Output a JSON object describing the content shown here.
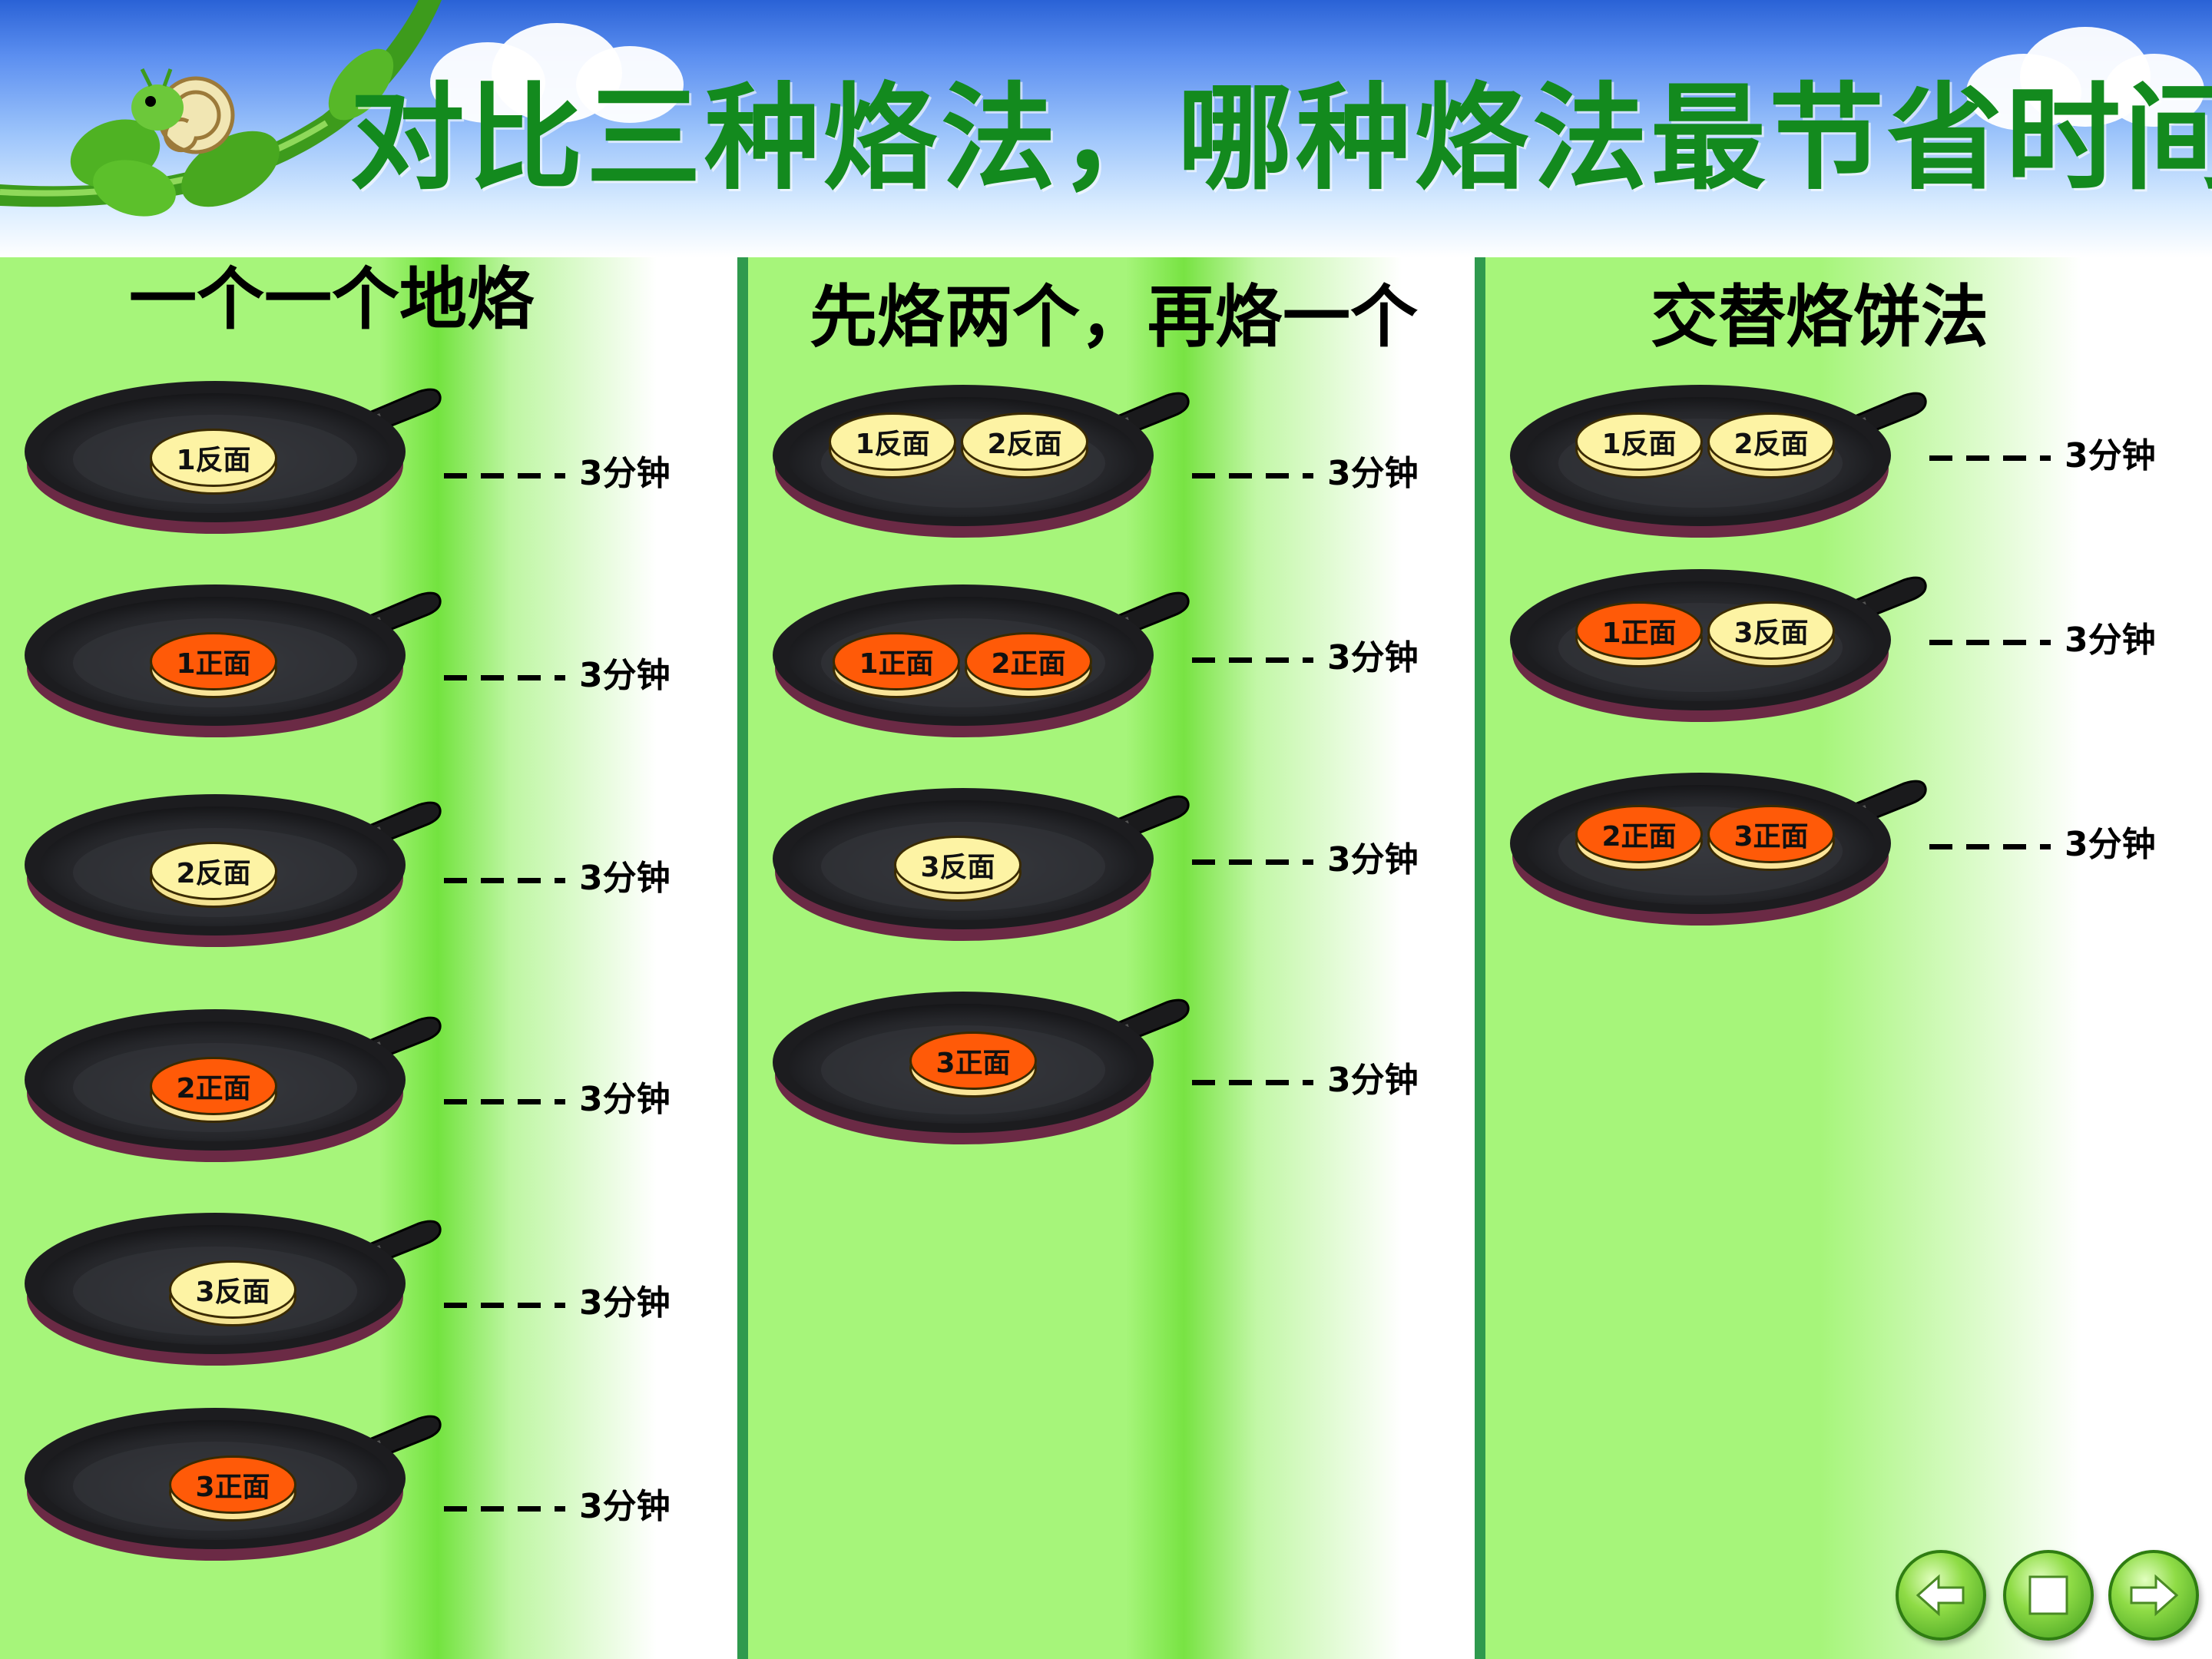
{
  "title": "对比三种烙法，哪种烙法最节省时间？",
  "columns": [
    {
      "heading": "一个一个地烙",
      "rows": [
        {
          "cakes": [
            {
              "label": "1反面",
              "side": "fan"
            }
          ],
          "duration": "3分钟"
        },
        {
          "cakes": [
            {
              "label": "1正面",
              "side": "zheng"
            }
          ],
          "duration": "3分钟"
        },
        {
          "cakes": [
            {
              "label": "2反面",
              "side": "fan"
            }
          ],
          "duration": "3分钟"
        },
        {
          "cakes": [
            {
              "label": "2正面",
              "side": "zheng"
            }
          ],
          "duration": "3分钟"
        },
        {
          "cakes": [
            {
              "label": "3反面",
              "side": "fan"
            }
          ],
          "duration": "3分钟"
        },
        {
          "cakes": [
            {
              "label": "3正面",
              "side": "zheng"
            }
          ],
          "duration": "3分钟"
        }
      ]
    },
    {
      "heading": "先烙两个，再烙一个",
      "rows": [
        {
          "cakes": [
            {
              "label": "1反面",
              "side": "fan"
            },
            {
              "label": "2反面",
              "side": "fan"
            }
          ],
          "duration": "3分钟"
        },
        {
          "cakes": [
            {
              "label": "1正面",
              "side": "zheng"
            },
            {
              "label": "2正面",
              "side": "zheng"
            }
          ],
          "duration": "3分钟"
        },
        {
          "cakes": [
            {
              "label": "3反面",
              "side": "fan"
            }
          ],
          "duration": "3分钟"
        },
        {
          "cakes": [
            {
              "label": "3正面",
              "side": "zheng"
            }
          ],
          "duration": "3分钟"
        }
      ]
    },
    {
      "heading": "交替烙饼法",
      "rows": [
        {
          "cakes": [
            {
              "label": "1反面",
              "side": "fan"
            },
            {
              "label": "2反面",
              "side": "fan"
            }
          ],
          "duration": "3分钟"
        },
        {
          "cakes": [
            {
              "label": "1正面",
              "side": "zheng"
            },
            {
              "label": "3反面",
              "side": "fan"
            }
          ],
          "duration": "3分钟"
        },
        {
          "cakes": [
            {
              "label": "2正面",
              "side": "zheng"
            },
            {
              "label": "3正面",
              "side": "zheng"
            }
          ],
          "duration": "3分钟"
        }
      ]
    }
  ],
  "nav": {
    "prev_icon": "arrow-left-icon",
    "stop_icon": "stop-square-icon",
    "next_icon": "arrow-right-icon"
  },
  "colors": {
    "title": "#138a1e",
    "column_bg": "#a6f57a",
    "divider": "#2f9a4e",
    "cake_front": "#ff5a08",
    "cake_back": "#fdf3a4"
  }
}
